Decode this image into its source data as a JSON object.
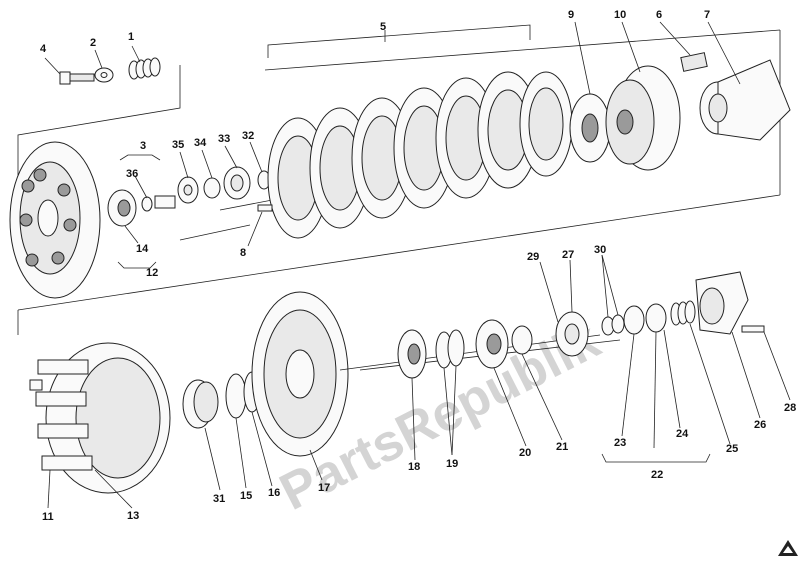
{
  "watermark": "PartsRepublik",
  "colors": {
    "ink": "#222222",
    "paper": "#ffffff",
    "watermark": "#d4d4d4"
  },
  "labels": {
    "p1": "1",
    "p2": "2",
    "p3": "3",
    "p4": "4",
    "p5": "5",
    "p6": "6",
    "p7": "7",
    "p8": "8",
    "p9": "9",
    "p10": "10",
    "p11": "11",
    "p12": "12",
    "p13": "13",
    "p14": "14",
    "p15": "15",
    "p16": "16",
    "p17": "17",
    "p18": "18",
    "p19": "19",
    "p20": "20",
    "p21": "21",
    "p22": "22",
    "p23": "23",
    "p24": "24",
    "p25": "25",
    "p26": "26",
    "p27": "27",
    "p28": "28",
    "p29": "29",
    "p30": "30",
    "p31": "31",
    "p32": "32",
    "p33": "33",
    "p34": "34",
    "p35": "35",
    "p36": "36"
  }
}
